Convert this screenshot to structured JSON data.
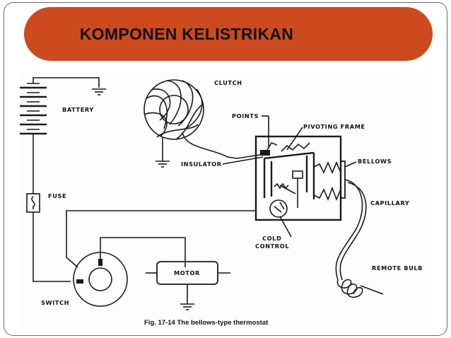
{
  "slide": {
    "title": "KOMPONEN KELISTRIKAN",
    "title_color": "#cc4a1d"
  },
  "diagram": {
    "labels": {
      "clutch": "CLUTCH",
      "battery": "BATTERY",
      "points": "POINTS",
      "pivoting_frame": "PIVOTING FRAME",
      "insulator": "INSULATOR",
      "bellows": "BELLOWS",
      "fuse": "FUSE",
      "capillary": "CAPILLARY",
      "cold_control_line1": "COLD",
      "cold_control_line2": "CONTROL",
      "motor": "MOTOR",
      "remote_bulb": "REMOTE BULB",
      "switch": "SWITCH"
    },
    "caption": "Fig. 17-14  The bellows-type thermostat"
  }
}
